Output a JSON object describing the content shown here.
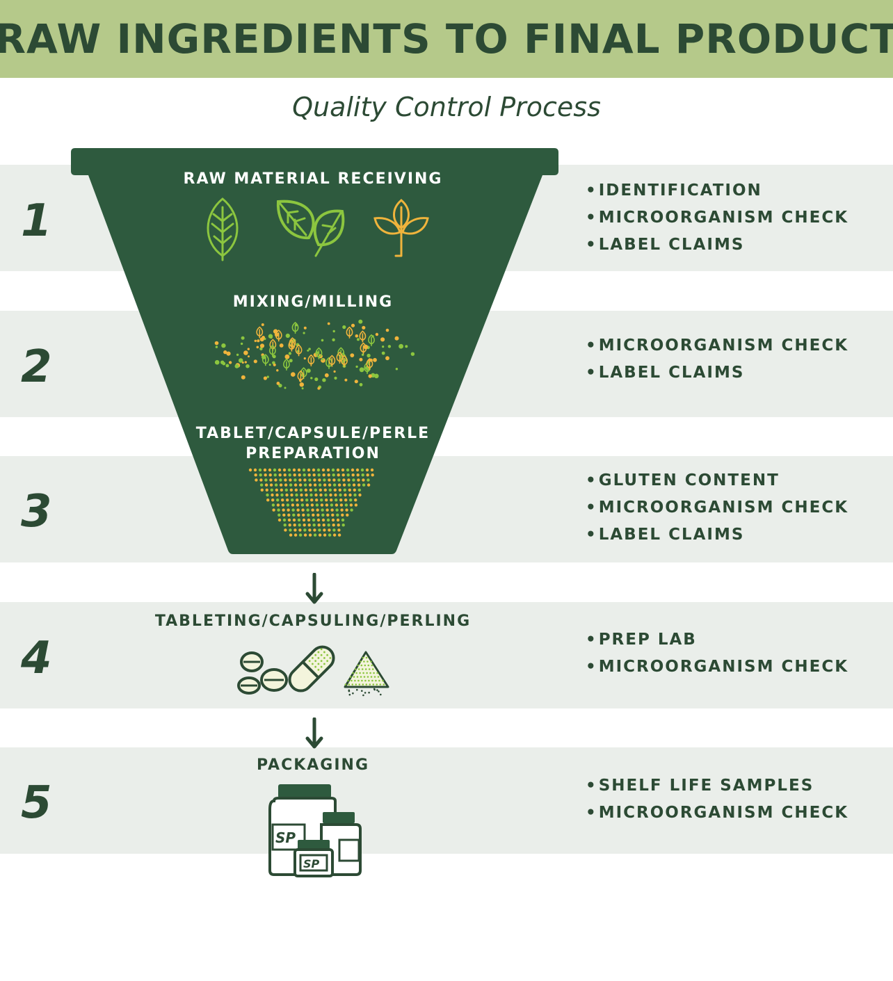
{
  "header": {
    "title": "RAW INGREDIENTS TO FINAL PRODUCT"
  },
  "subtitle": "Quality Control Process",
  "colors": {
    "header_bg": "#b5c98a",
    "funnel": "#2e5a3e",
    "text_dark": "#2c4a34",
    "band": "#eaeeea",
    "leaf_green": "#8cc63f",
    "leaf_gold": "#f0b43c"
  },
  "steps": [
    {
      "number": "1",
      "stage_lines": [
        "RAW MATERIAL RECEIVING"
      ],
      "checks": [
        "IDENTIFICATION",
        "MICROORGANISM CHECK",
        "LABEL CLAIMS"
      ]
    },
    {
      "number": "2",
      "stage_lines": [
        "MIXING/MILLING"
      ],
      "checks": [
        "MICROORGANISM CHECK",
        "LABEL CLAIMS"
      ]
    },
    {
      "number": "3",
      "stage_lines": [
        "TABLET/CAPSULE/PERLE",
        "PREPARATION"
      ],
      "checks": [
        "GLUTEN CONTENT",
        "MICROORGANISM CHECK",
        "LABEL CLAIMS"
      ]
    },
    {
      "number": "4",
      "stage_lines": [
        "TABLETING/CAPSULING/PERLING"
      ],
      "checks": [
        "PREP LAB",
        "MICROORGANISM CHECK"
      ]
    },
    {
      "number": "5",
      "stage_lines": [
        "PACKAGING"
      ],
      "checks": [
        "SHELF LIFE SAMPLES",
        "MICROORGANISM CHECK"
      ]
    }
  ],
  "icons": [
    "leaf-outline-icon",
    "leaves-icon",
    "sprout-icon",
    "powder-mix-icon",
    "granules-icon",
    "arrow-down-icon",
    "tablets-icon",
    "capsule-icon",
    "powder-pile-icon",
    "bottles-icon"
  ],
  "bottle_logo": "SP"
}
